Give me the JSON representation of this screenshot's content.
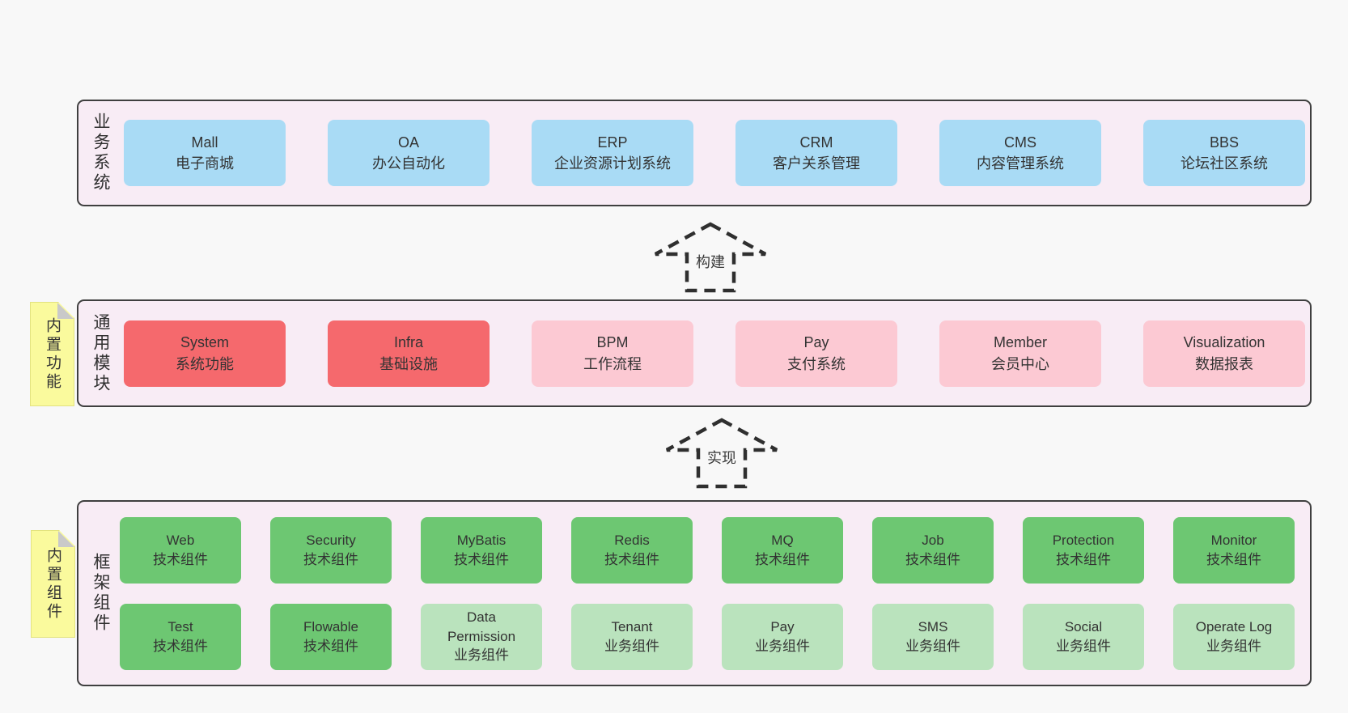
{
  "colors": {
    "pageBg": "#f8f8f8",
    "bandBg": "#f8ecf5",
    "border": "#3f3f3f",
    "text": "#333333",
    "blue": "#a9dbf5",
    "red": "#f5696d",
    "pink": "#fcc9d3",
    "greenDark": "#6dc772",
    "greenLight": "#bae3bd",
    "yellow": "#fafa9d",
    "fold": "#c9c9c9",
    "arrow": "#2f2f2f"
  },
  "bands": [
    {
      "label": "业务系统",
      "boxes": [
        {
          "title": "Mall",
          "subtitle": "电子商城"
        },
        {
          "title": "OA",
          "subtitle": "办公自动化"
        },
        {
          "title": "ERP",
          "subtitle": "企业资源计划系统"
        },
        {
          "title": "CRM",
          "subtitle": "客户关系管理"
        },
        {
          "title": "CMS",
          "subtitle": "内容管理系统"
        },
        {
          "title": "BBS",
          "subtitle": "论坛社区系统"
        }
      ]
    },
    {
      "label": "通用模块",
      "sticky": "内置功能",
      "boxes": [
        {
          "title": "System",
          "subtitle": "系统功能"
        },
        {
          "title": "Infra",
          "subtitle": "基础设施"
        },
        {
          "title": "BPM",
          "subtitle": "工作流程"
        },
        {
          "title": "Pay",
          "subtitle": "支付系统"
        },
        {
          "title": "Member",
          "subtitle": "会员中心"
        },
        {
          "title": "Visualization",
          "subtitle": "数据报表"
        }
      ]
    },
    {
      "label": "框架组件",
      "sticky": "内置组件",
      "rows": [
        [
          {
            "title": "Web",
            "subtitle": "技术组件"
          },
          {
            "title": "Security",
            "subtitle": "技术组件"
          },
          {
            "title": "MyBatis",
            "subtitle": "技术组件"
          },
          {
            "title": "Redis",
            "subtitle": "技术组件"
          },
          {
            "title": "MQ",
            "subtitle": "技术组件"
          },
          {
            "title": "Job",
            "subtitle": "技术组件"
          },
          {
            "title": "Protection",
            "subtitle": "技术组件"
          },
          {
            "title": "Monitor",
            "subtitle": "技术组件"
          }
        ],
        [
          {
            "title": "Test",
            "subtitle": "技术组件"
          },
          {
            "title": "Flowable",
            "subtitle": "技术组件"
          },
          {
            "title": "Data Permission",
            "subtitle": "业务组件"
          },
          {
            "title": "Tenant",
            "subtitle": "业务组件"
          },
          {
            "title": "Pay",
            "subtitle": "业务组件"
          },
          {
            "title": "SMS",
            "subtitle": "业务组件"
          },
          {
            "title": "Social",
            "subtitle": "业务组件"
          },
          {
            "title": "Operate Log",
            "subtitle": "业务组件"
          }
        ]
      ]
    }
  ],
  "arrows": [
    {
      "label": "构建"
    },
    {
      "label": "实现"
    }
  ]
}
